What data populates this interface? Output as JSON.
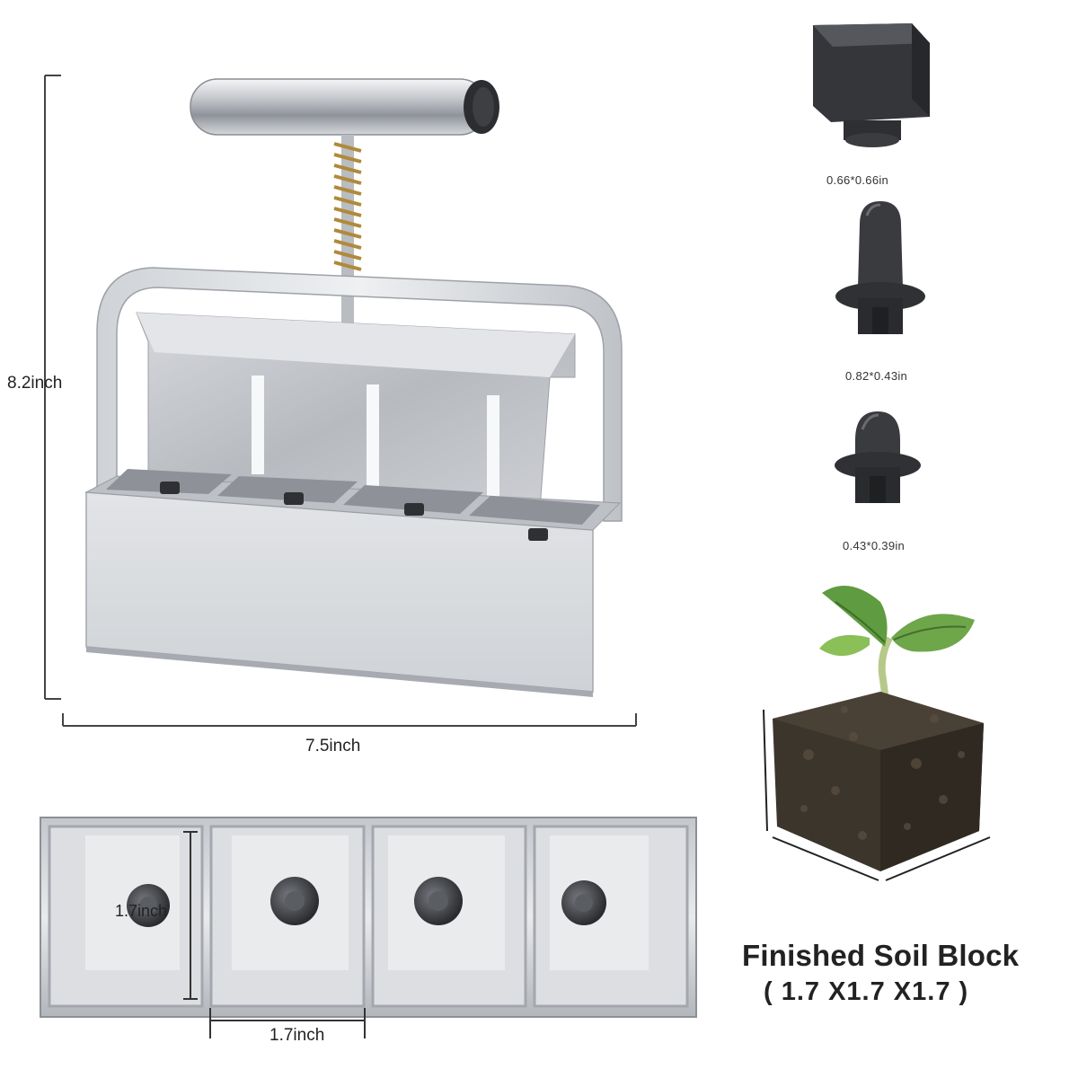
{
  "dimensions": {
    "height_label": "8.2inch",
    "width_label": "7.5inch",
    "cell_height_label": "1.7inch",
    "cell_width_label": "1.7inch"
  },
  "pins": [
    {
      "label": "0.66*0.66in"
    },
    {
      "label": "0.82*0.43in"
    },
    {
      "label": "0.43*0.39in"
    }
  ],
  "soil_block": {
    "title": "Finished Soil Block",
    "size": "( 1.7 X1.7 X1.7 )"
  },
  "colors": {
    "metal_light": "#e6e8eb",
    "metal_mid": "#c9ccd1",
    "metal_dark": "#9a9ea5",
    "rubber": "#3a3b3e",
    "soil": "#3b342c",
    "leaf": "#5e9a3e"
  }
}
